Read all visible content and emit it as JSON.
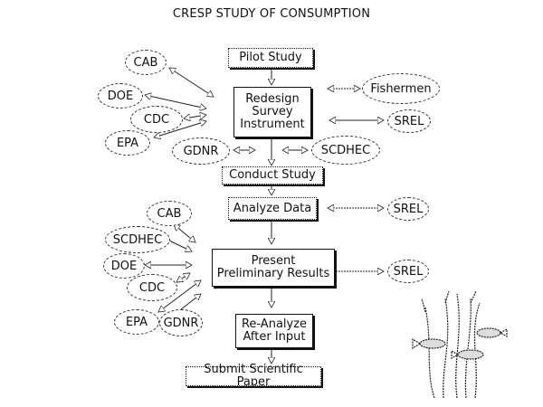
{
  "title": "CRESP STUDY OF CONSUMPTION",
  "process_steps": [
    {
      "id": "pilot",
      "label": "Pilot Study"
    },
    {
      "id": "redesign",
      "label": "Redesign Survey Instrument"
    },
    {
      "id": "conduct",
      "label": "Conduct Study"
    },
    {
      "id": "analyze",
      "label": "Analyze Data"
    },
    {
      "id": "present",
      "label": "Present Preliminary Results"
    },
    {
      "id": "reanalyze",
      "label": "Re-Analyze After Input"
    },
    {
      "id": "submit",
      "label": "Submit Scientific Paper"
    }
  ],
  "stakeholders": {
    "redesign_left": [
      "CAB",
      "DOE",
      "CDC",
      "EPA"
    ],
    "redesign_right": [
      "Fishermen",
      "SREL"
    ],
    "conduct_sides": [
      "GDNR",
      "SCDHEC"
    ],
    "analyze_right": [
      "SREL"
    ],
    "present_left": [
      "CAB",
      "SCDHEC",
      "DOE",
      "CDC",
      "EPA",
      "GDNR"
    ],
    "present_right": [
      "SREL"
    ]
  },
  "illustration": "fish-and-seaweed"
}
